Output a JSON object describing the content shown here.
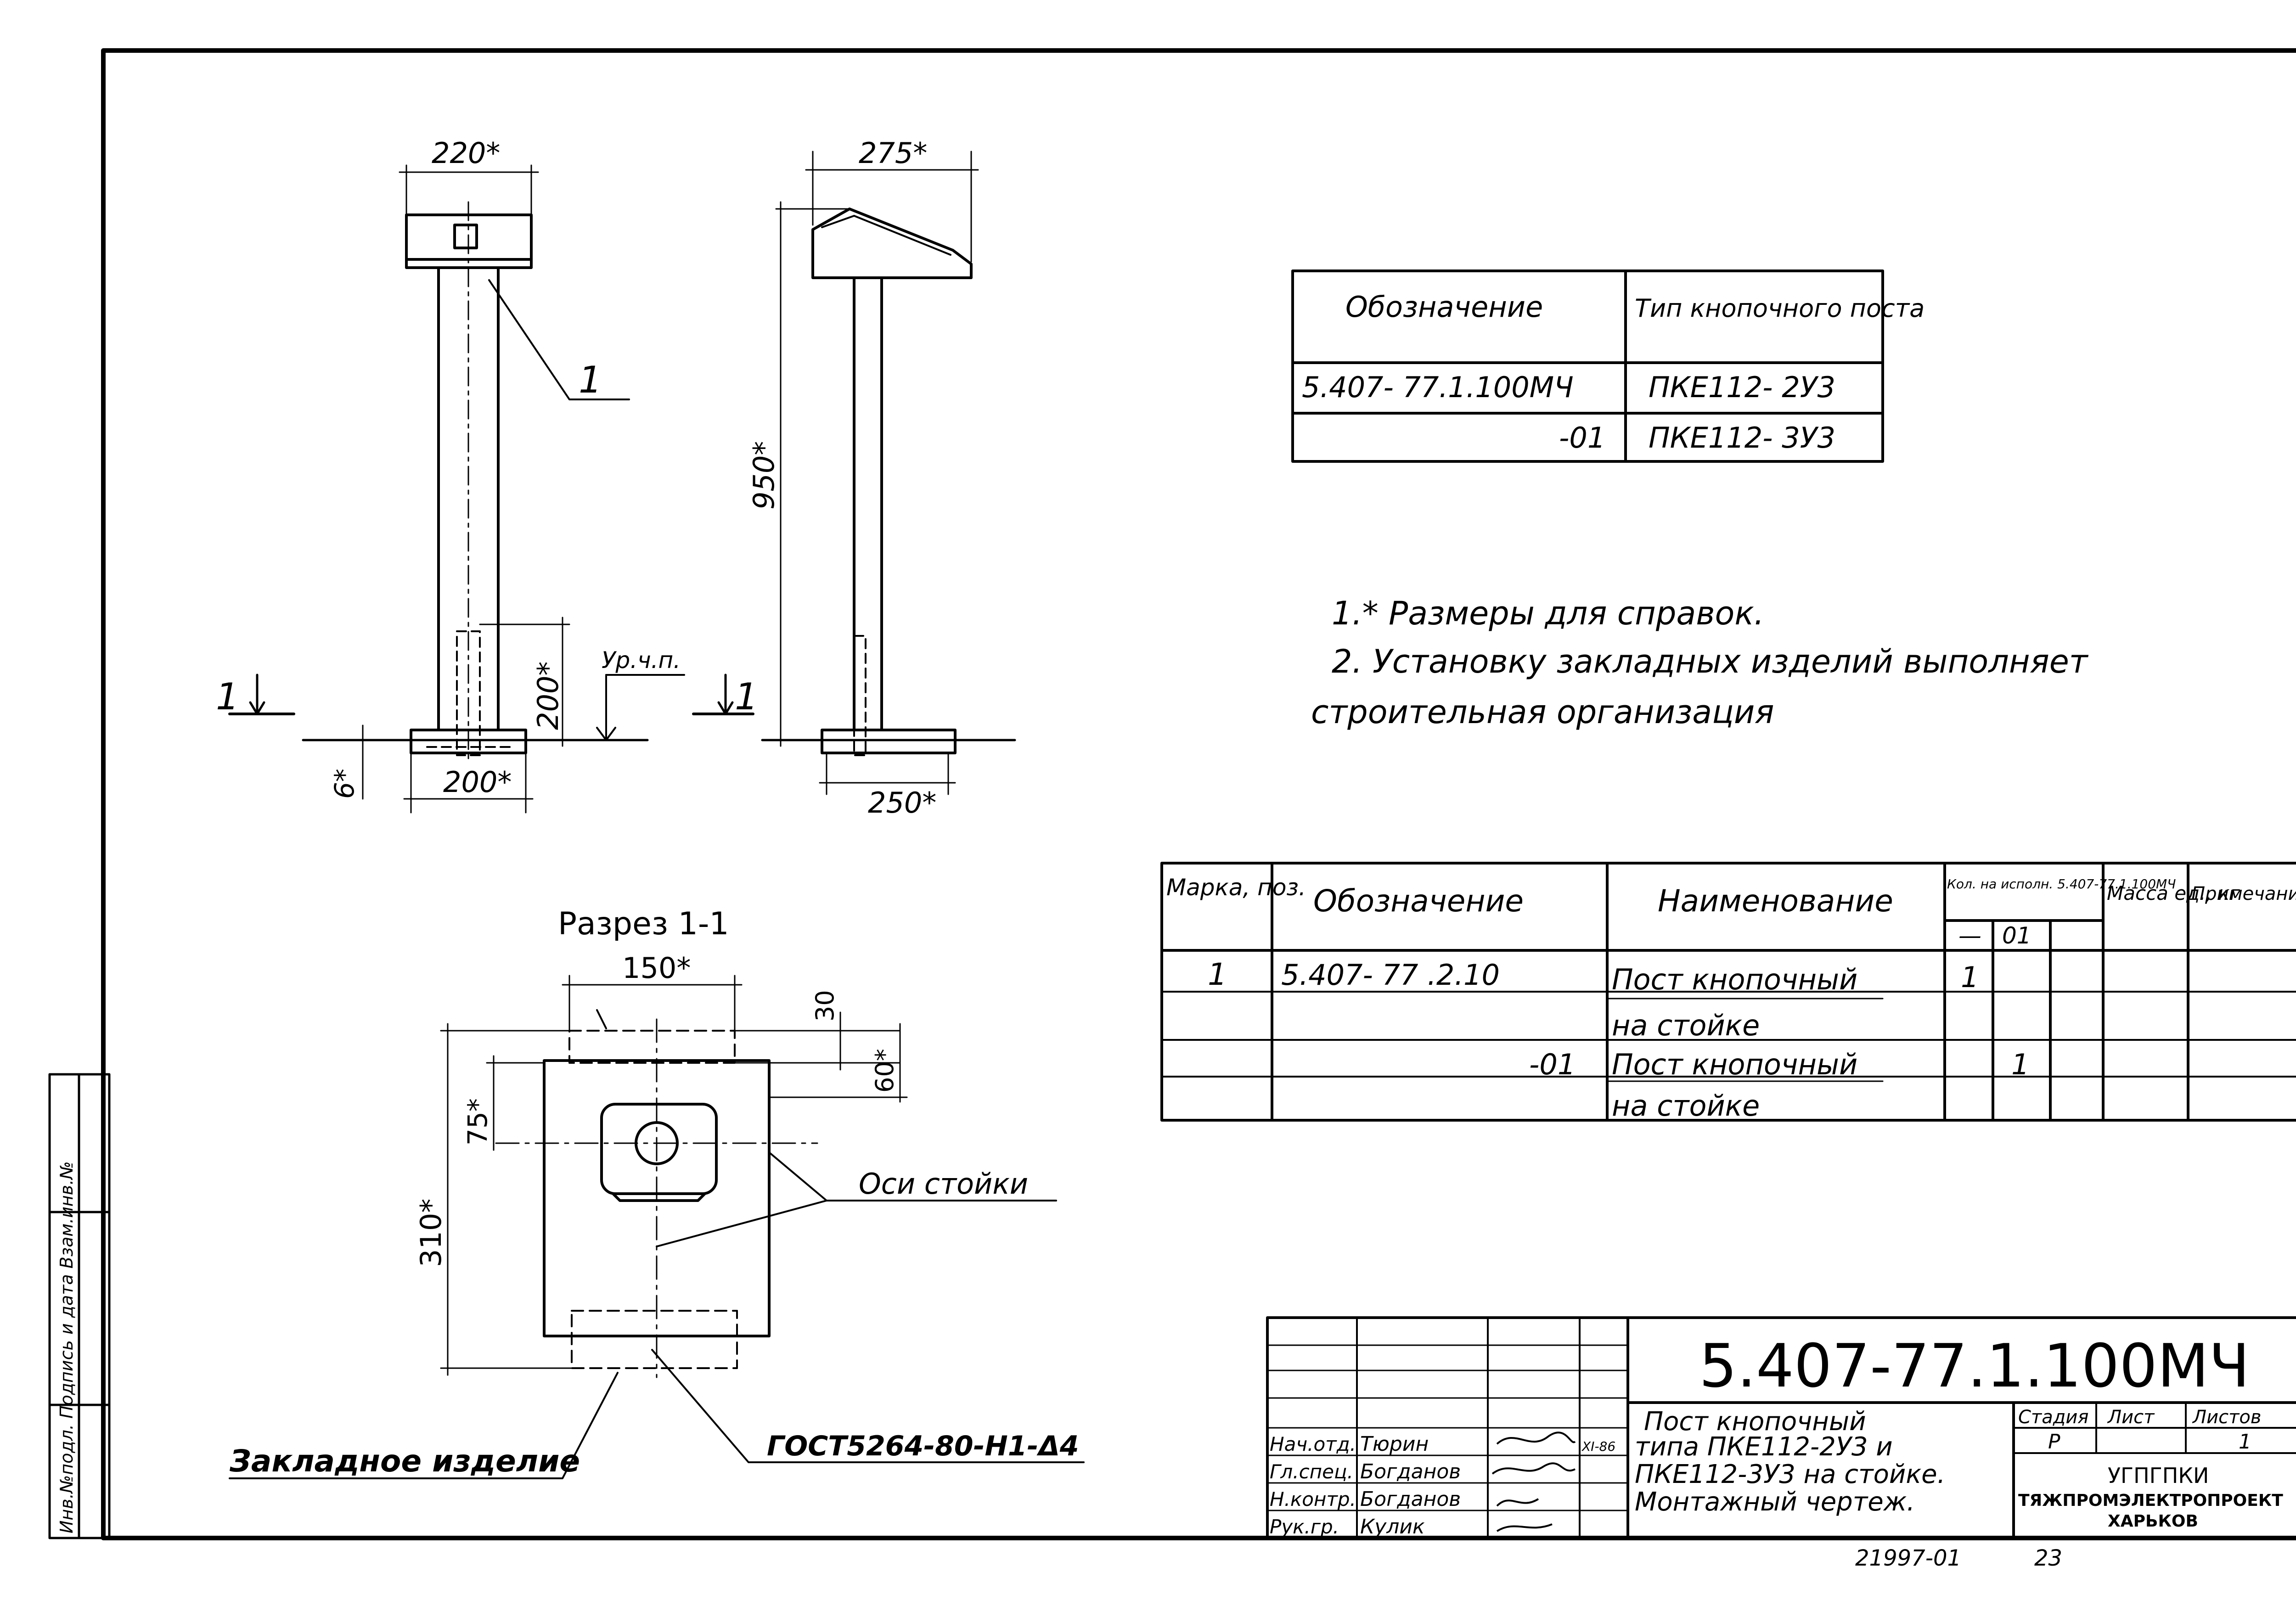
{
  "views": {
    "front": {
      "dim_top": "220*",
      "dim_bottom": "200*",
      "dim_depth": "6*",
      "dim_embed": "200*",
      "leader": "1",
      "level_label": "Ур.ч.п.",
      "section_mark": "1"
    },
    "side": {
      "dim_top": "275*",
      "dim_height": "950*",
      "dim_bottom": "250*",
      "section_mark": "1"
    },
    "section": {
      "title": "Разрез 1-1",
      "dim_width": "150*",
      "dim_30": "30",
      "dim_60": "60*",
      "dim_75": "75*",
      "dim_310": "310*",
      "axes_label": "Оси стойки",
      "embed_label": "Закладное изделие",
      "gost_label": "ГОСТ5264-80-Н1-Δ4"
    }
  },
  "type_table": {
    "headers": [
      "Обозначение",
      "Тип кнопочного поста"
    ],
    "rows": [
      [
        "5.407- 77.1.100МЧ",
        "ПКЕ112- 2У3"
      ],
      [
        "-01",
        "ПКЕ112- 3У3"
      ]
    ]
  },
  "notes": {
    "n1": "1.* Размеры для справок.",
    "n2a": "2. Установку закладных изделий выполняет",
    "n2b": "строительная организация"
  },
  "spec_table": {
    "headers": {
      "mark": "Марка, поз.",
      "designation": "Обозначение",
      "name": "Наименование",
      "qty": "Кол. на исполн. 5.407-77.1.100МЧ",
      "qty_sub1": "—",
      "qty_sub2": "01",
      "mass": "Масса ед., кг",
      "note": "Примечание"
    },
    "rows": [
      {
        "mark": "1",
        "designation": "5.407- 77 .2.10",
        "name": "Пост кнопочный",
        "q1": "1",
        "q2": ""
      },
      {
        "mark": "",
        "designation": "",
        "name": "на стойке",
        "q1": "",
        "q2": ""
      },
      {
        "mark": "",
        "designation": "-01",
        "name": "Пост кнопочный",
        "q1": "",
        "q2": "1"
      },
      {
        "mark": "",
        "designation": "",
        "name": "на стойке",
        "q1": "",
        "q2": ""
      }
    ]
  },
  "title_block": {
    "code": "5.407-77.1.100МЧ",
    "title_lines": [
      "Пост кнопочный",
      "типа ПКЕ112-2У3 и",
      "ПКЕ112-3У3 на стойке.",
      "Монтажный чертеж."
    ],
    "stage_label": "Стадия",
    "sheet_label": "Лист",
    "sheets_label": "Листов",
    "stage": "Р",
    "sheets": "1",
    "org1": "УГПГПКИ",
    "org2": "ТЯЖПРОМЭЛЕКТРОПРОЕКТ",
    "org3": "ХАРЬКОВ",
    "date": "XI-86",
    "roles": [
      {
        "role": "Нач.отд.",
        "name": "Тюрин"
      },
      {
        "role": "Гл.спец.",
        "name": "Богданов"
      },
      {
        "role": "Н.контр.",
        "name": "Богданов"
      },
      {
        "role": "Рук.гр.",
        "name": "Кулик"
      }
    ]
  },
  "footer": {
    "inv": "21997-01",
    "page": "23"
  },
  "margin_stamp": {
    "text": "Инв.№подл. Подпись и дата Взам.инв.№"
  }
}
